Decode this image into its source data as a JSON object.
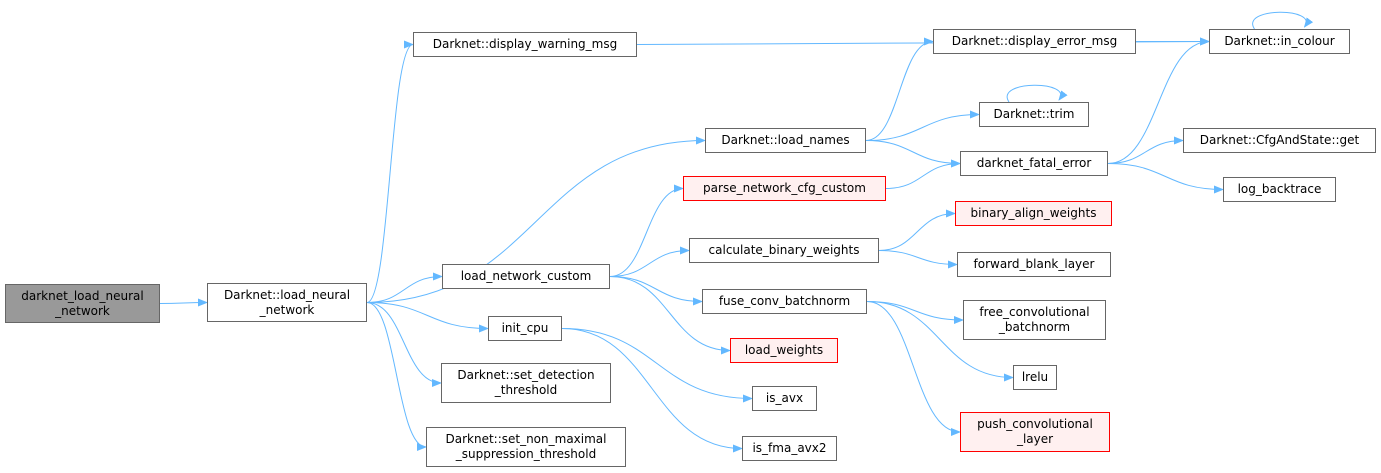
{
  "colors": {
    "edge": "#63b8ff",
    "node_border": "#666666",
    "root_fill": "#999999",
    "external_border": "#ff0000",
    "external_fill": "#fff0f0"
  },
  "nodes": {
    "root": {
      "label": "darknet_load_neural\n_network",
      "kind": "root"
    },
    "load_neural_network": {
      "label": "Darknet::load_neural\n_network",
      "kind": "normal"
    },
    "display_warning_msg": {
      "label": "Darknet::display_warning_msg",
      "kind": "normal"
    },
    "load_names": {
      "label": "Darknet::load_names",
      "kind": "normal"
    },
    "parse_network_cfg_custom": {
      "label": "parse_network_cfg_custom",
      "kind": "external"
    },
    "load_network_custom": {
      "label": "load_network_custom",
      "kind": "normal"
    },
    "init_cpu": {
      "label": "init_cpu",
      "kind": "normal"
    },
    "set_detection_threshold": {
      "label": "Darknet::set_detection\n_threshold",
      "kind": "normal"
    },
    "set_nms_threshold": {
      "label": "Darknet::set_non_maximal\n_suppression_threshold",
      "kind": "normal"
    },
    "calculate_binary_weights": {
      "label": "calculate_binary_weights",
      "kind": "normal"
    },
    "fuse_conv_batchnorm": {
      "label": "fuse_conv_batchnorm",
      "kind": "normal"
    },
    "load_weights": {
      "label": "load_weights",
      "kind": "external"
    },
    "is_avx": {
      "label": "is_avx",
      "kind": "normal"
    },
    "is_fma_avx2": {
      "label": "is_fma_avx2",
      "kind": "normal"
    },
    "display_error_msg": {
      "label": "Darknet::display_error_msg",
      "kind": "normal"
    },
    "trim": {
      "label": "Darknet::trim",
      "kind": "normal"
    },
    "darknet_fatal_error": {
      "label": "darknet_fatal_error",
      "kind": "normal"
    },
    "binary_align_weights": {
      "label": "binary_align_weights",
      "kind": "external"
    },
    "forward_blank_layer": {
      "label": "forward_blank_layer",
      "kind": "normal"
    },
    "free_convolutional_batchnorm": {
      "label": "free_convolutional\n_batchnorm",
      "kind": "normal"
    },
    "lrelu": {
      "label": "lrelu",
      "kind": "normal"
    },
    "push_convolutional_layer": {
      "label": "push_convolutional\n_layer",
      "kind": "external"
    },
    "in_colour": {
      "label": "Darknet::in_colour",
      "kind": "normal"
    },
    "cfg_get": {
      "label": "Darknet::CfgAndState::get",
      "kind": "normal"
    },
    "log_backtrace": {
      "label": "log_backtrace",
      "kind": "normal"
    }
  },
  "edges": [
    [
      "root",
      "load_neural_network"
    ],
    [
      "load_neural_network",
      "display_warning_msg"
    ],
    [
      "load_neural_network",
      "load_names"
    ],
    [
      "load_neural_network",
      "load_network_custom"
    ],
    [
      "load_neural_network",
      "init_cpu"
    ],
    [
      "load_neural_network",
      "set_detection_threshold"
    ],
    [
      "load_neural_network",
      "set_nms_threshold"
    ],
    [
      "display_warning_msg",
      "in_colour"
    ],
    [
      "load_names",
      "display_error_msg"
    ],
    [
      "load_names",
      "trim"
    ],
    [
      "load_names",
      "darknet_fatal_error"
    ],
    [
      "display_error_msg",
      "in_colour"
    ],
    [
      "in_colour",
      "in_colour"
    ],
    [
      "trim",
      "trim"
    ],
    [
      "darknet_fatal_error",
      "in_colour"
    ],
    [
      "darknet_fatal_error",
      "cfg_get"
    ],
    [
      "darknet_fatal_error",
      "log_backtrace"
    ],
    [
      "parse_network_cfg_custom",
      "darknet_fatal_error"
    ],
    [
      "load_network_custom",
      "parse_network_cfg_custom"
    ],
    [
      "load_network_custom",
      "calculate_binary_weights"
    ],
    [
      "load_network_custom",
      "fuse_conv_batchnorm"
    ],
    [
      "load_network_custom",
      "load_weights"
    ],
    [
      "calculate_binary_weights",
      "binary_align_weights"
    ],
    [
      "calculate_binary_weights",
      "forward_blank_layer"
    ],
    [
      "fuse_conv_batchnorm",
      "free_convolutional_batchnorm"
    ],
    [
      "fuse_conv_batchnorm",
      "lrelu"
    ],
    [
      "fuse_conv_batchnorm",
      "push_convolutional_layer"
    ],
    [
      "init_cpu",
      "is_avx"
    ],
    [
      "init_cpu",
      "is_fma_avx2"
    ]
  ]
}
